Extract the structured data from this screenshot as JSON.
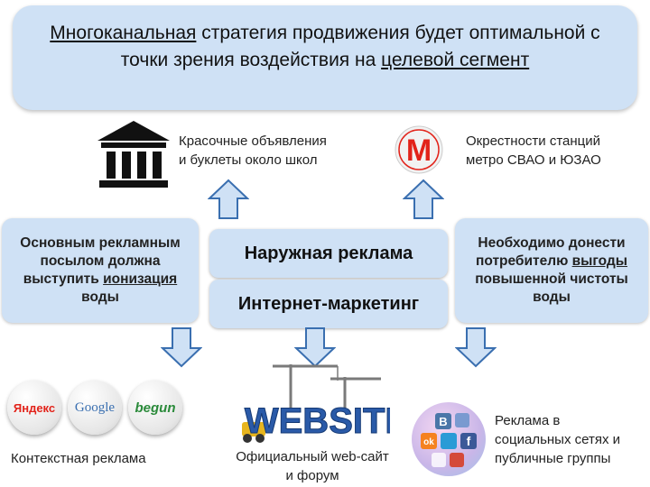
{
  "banner": {
    "part1": "Многоканальная",
    "part2": " стратегия продвижения будет оптимальной с точки зрения воздействия на ",
    "part3": "целевой сегмент"
  },
  "top_left": {
    "text_line1": "Красочные объявления",
    "text_line2": "и буклеты около школ",
    "icon": "school-building-icon"
  },
  "top_right": {
    "text_line1": "Окрестности станций",
    "text_line2": "метро СВАО и ЮЗАО",
    "metro_letter": "М",
    "icon": "metro-logo-icon"
  },
  "left_box": {
    "part1": "Основным рекламным посылом должна выступить ",
    "part2": "ионизация",
    "part3": " воды"
  },
  "right_box": {
    "part1": "Необходимо донести потребителю ",
    "part2": "выгоды",
    "part3": " повышенной чистоты воды"
  },
  "center": {
    "outdoor": "Наружная реклама",
    "internet": "Интернет-маркетинг"
  },
  "bottom": {
    "logos": {
      "yandex": "Яндекс",
      "google": "Google",
      "begun": "begun"
    },
    "context_caption": "Контекстная реклама",
    "website_word": "WEBSITE",
    "website_caption_line1": "Официальный web-сайт",
    "website_caption_line2": "и форум",
    "social_caption_line1": "Реклама в",
    "social_caption_line2": "социальных сетях и",
    "social_caption_line3": "публичные группы",
    "social_icons": {
      "vk": "B",
      "ok": "ok",
      "fb": "f"
    }
  },
  "colors": {
    "box_fill": "#cfe1f5",
    "arrow_fill": "#cfe1f5",
    "arrow_stroke": "#3a6fb0",
    "metro_red": "#e2231a"
  }
}
